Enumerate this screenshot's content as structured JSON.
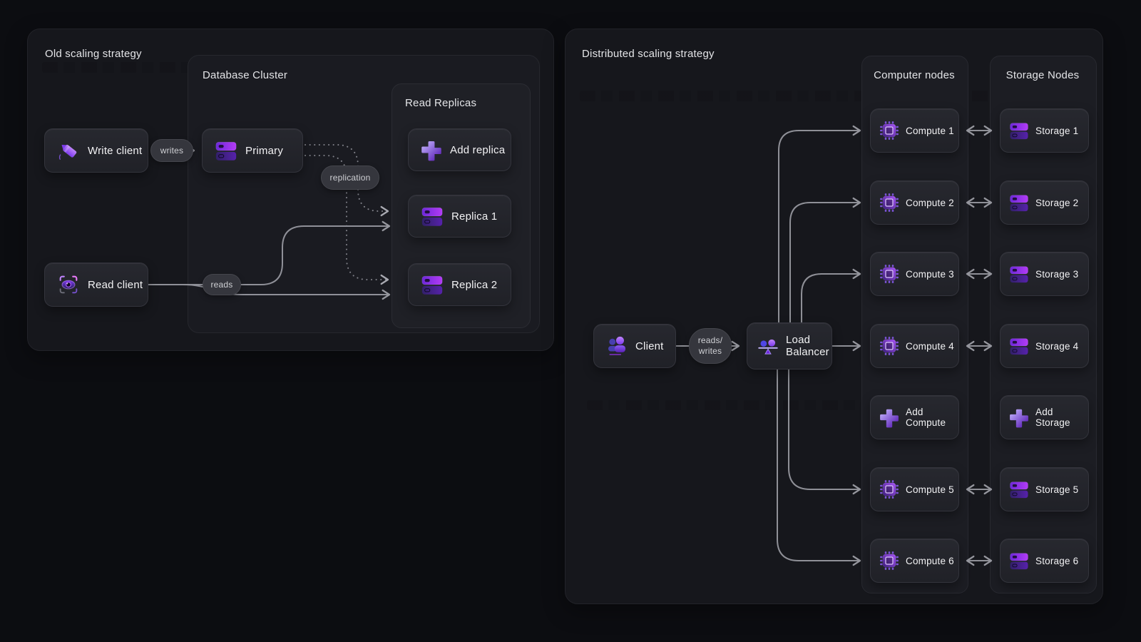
{
  "left": {
    "title": "Old scaling strategy",
    "write_client": "Write client",
    "read_client": "Read client",
    "cluster_title": "Database Cluster",
    "primary": "Primary",
    "replicas_title": "Read Replicas",
    "add_replica": "Add replica",
    "replica1": "Replica 1",
    "replica2": "Replica 2",
    "labels": {
      "writes": "writes",
      "reads": "reads",
      "replication": "replication"
    }
  },
  "right": {
    "title": "Distributed scaling strategy",
    "client": "Client",
    "load_balancer": "Load Balancer",
    "rw_label": [
      "reads/",
      "writes"
    ],
    "compute_title": "Computer nodes",
    "storage_title": "Storage Nodes",
    "add_compute": "Add Compute",
    "add_storage": "Add Storage",
    "compute_nodes": [
      "Compute 1",
      "Compute 2",
      "Compute 3",
      "Compute 4",
      "Compute 5",
      "Compute 6"
    ],
    "storage_nodes": [
      "Storage 1",
      "Storage 2",
      "Storage 3",
      "Storage 4",
      "Storage 5",
      "Storage 6"
    ]
  },
  "icons": {
    "write_client": "marker-pen-icon",
    "read_client": "eye-scan-icon",
    "database": "database-stack-icon",
    "add": "plus-icon",
    "client": "users-icon",
    "load_balancer": "balance-scale-icon",
    "compute": "cpu-chip-icon"
  },
  "colors": {
    "background": "#0c0d11",
    "panel": "#16171c",
    "node": "#24252c",
    "accent_violet": "#8b5cf6",
    "accent_bright": "#a855f7",
    "line": "#b4b5bd",
    "text": "#f2f2f4"
  }
}
